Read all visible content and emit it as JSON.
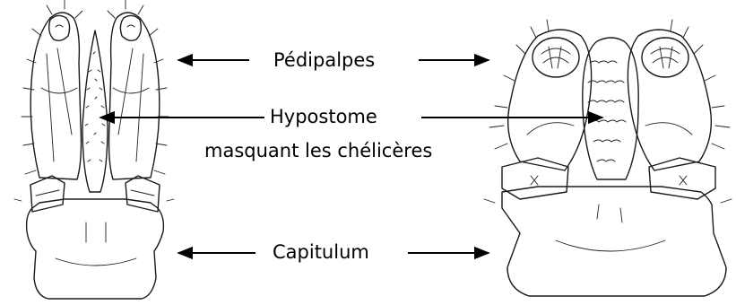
{
  "labels": {
    "pedipalpes": "Pédipalpes",
    "hypostome": "Hypostome",
    "masquant": "masquant les chélicères",
    "capitulum": "Capitulum"
  },
  "colors": {
    "ink": "#1a1a1a",
    "background": "#ffffff"
  }
}
